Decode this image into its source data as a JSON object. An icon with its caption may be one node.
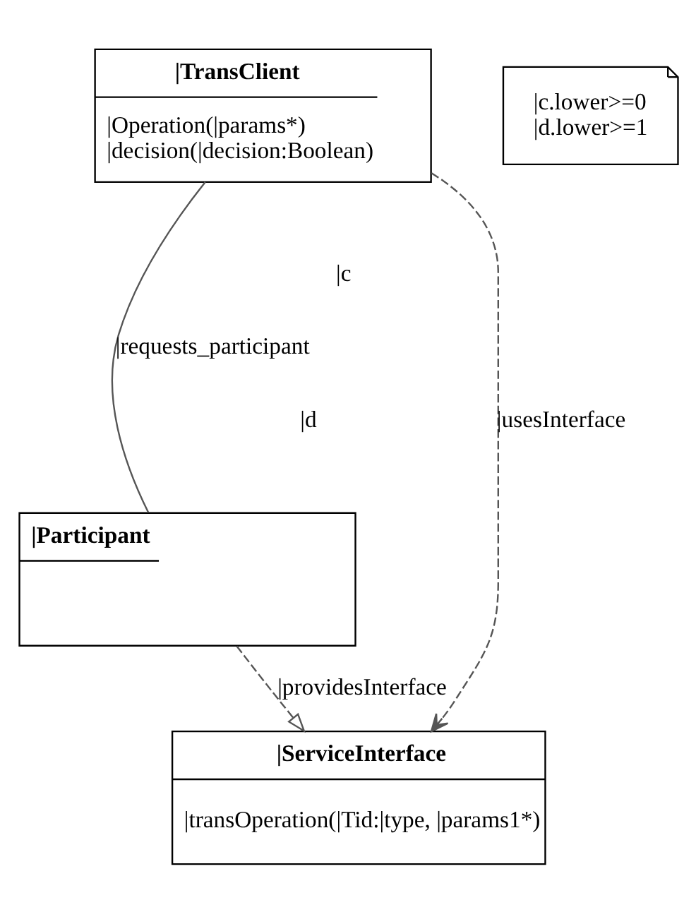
{
  "diagram": {
    "nodes": [
      {
        "text": [
          "|TransClient",
          "|Operation(|params*)",
          "|decision(|decision:Boolean)"
        ]
      },
      {
        "text": [
          "|c.lower>=0",
          "|d.lower>=1"
        ]
      },
      {
        "text": [
          "|Participant"
        ]
      },
      {
        "text": [
          "|ServiceInterface",
          "|transOperation(|Tid:|type, |params1*)"
        ]
      }
    ],
    "edges": [
      {
        "from": 0,
        "to": 3,
        "arrow": "to",
        "style": "dashed",
        "label": "|usesInterface"
      },
      {
        "from": 0,
        "to": 2,
        "arrow": "none",
        "label": "|requests_participant"
      },
      {
        "from": 2,
        "to": 3,
        "arrow": "to",
        "style": "dashed",
        "label": "|providesInterface"
      }
    ],
    "labels": [
      "|c",
      "|d"
    ]
  }
}
